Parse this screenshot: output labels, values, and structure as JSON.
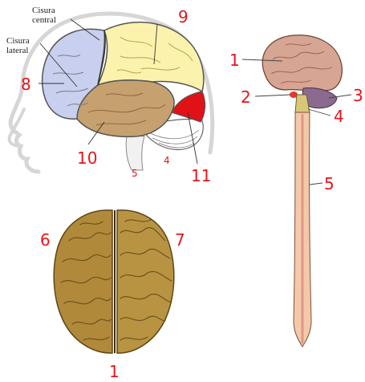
{
  "colors": {
    "number_red": "#e8141b",
    "frontal": "#c9cfee",
    "parietal": "#fbf2ad",
    "temporal": "#c6a16f",
    "occipital": "#e01217",
    "cerebellum": "#ffffff",
    "top_brain": "#b08a3a",
    "spinal_cord": "#f4c9a8",
    "side_brain": "#d7a593"
  },
  "lateral_brain": {
    "label_central_sulcus": "Cisura central",
    "label_central_sulcus_line1": "Cisura",
    "label_central_sulcus_line2": "central",
    "label_lateral_sulcus_line1": "Cisura",
    "label_lateral_sulcus_line2": "lateral",
    "n8": "8",
    "n9": "9",
    "n10": "10",
    "n11": "11",
    "n5_small": "5",
    "n4_small": "4"
  },
  "top_brain": {
    "n6": "6",
    "n7": "7",
    "n1": "1"
  },
  "cns": {
    "n1": "1",
    "n2": "2",
    "n3": "3",
    "n4": "4",
    "n5": "5"
  }
}
